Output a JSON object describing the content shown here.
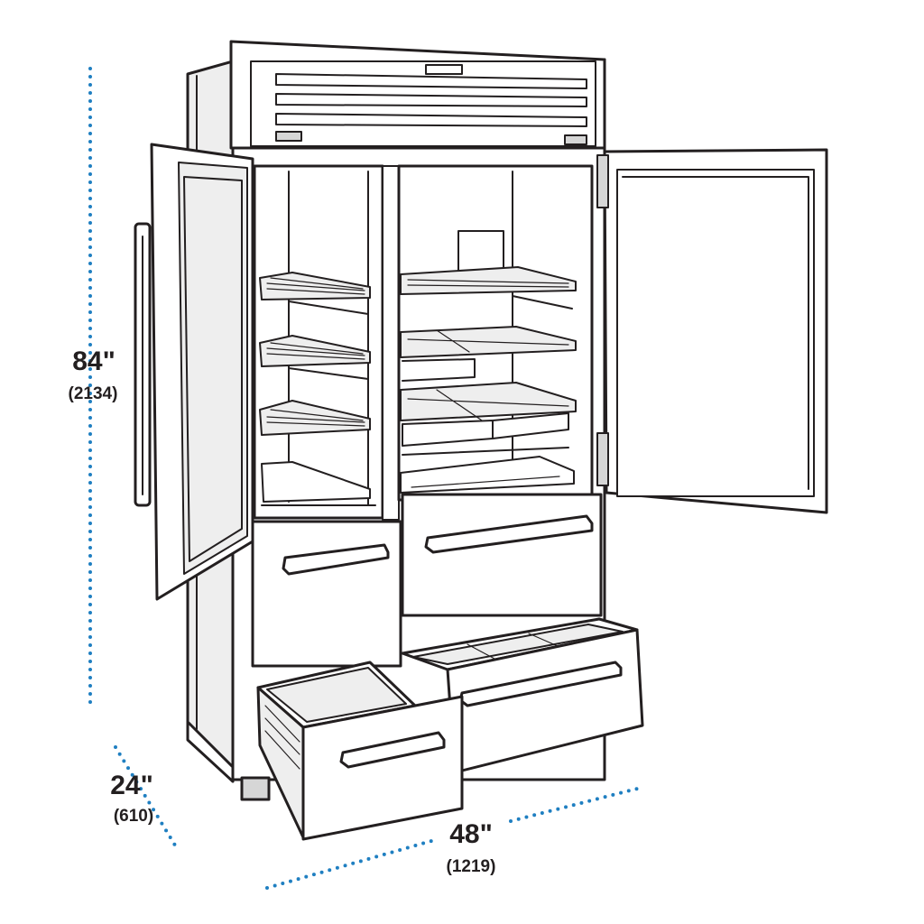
{
  "dimensions": {
    "height": {
      "inches": "84\"",
      "mm": "(2134)"
    },
    "depth": {
      "inches": "24\"",
      "mm": "(610)"
    },
    "width": {
      "inches": "48\"",
      "mm": "(1219)"
    }
  },
  "colors": {
    "dimension_line": "#1f7fc1",
    "text": "#231f20",
    "outline": "#231f20"
  }
}
